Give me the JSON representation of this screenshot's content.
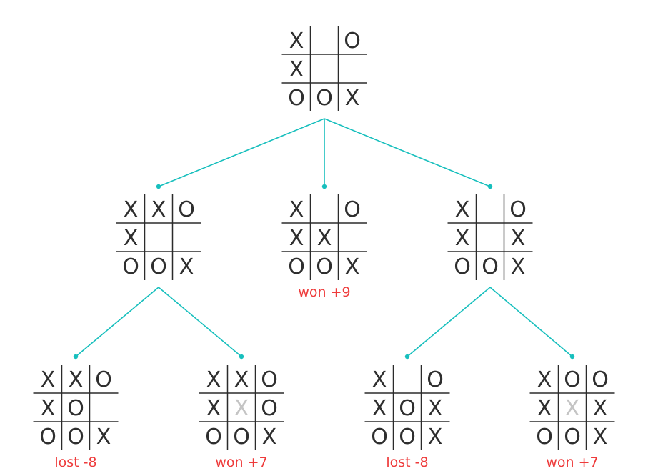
{
  "colors": {
    "edge": "#17bfbd",
    "mark": "#2e2e2e",
    "ghost_mark": "#c4c4c4",
    "outcome": "#ee3b3b",
    "grid": "#2b2b2b"
  },
  "boards": [
    {
      "id": "root",
      "cells": [
        [
          "X",
          "",
          "O"
        ],
        [
          "X",
          "",
          ""
        ],
        [
          "O",
          "O",
          "X"
        ]
      ],
      "ghost": [],
      "label": ""
    },
    {
      "id": "left",
      "cells": [
        [
          "X",
          "X",
          "O"
        ],
        [
          "X",
          "",
          ""
        ],
        [
          "O",
          "O",
          "X"
        ]
      ],
      "ghost": [],
      "label": ""
    },
    {
      "id": "middle",
      "cells": [
        [
          "X",
          "",
          "O"
        ],
        [
          "X",
          "X",
          ""
        ],
        [
          "O",
          "O",
          "X"
        ]
      ],
      "ghost": [],
      "label": "won +9"
    },
    {
      "id": "right",
      "cells": [
        [
          "X",
          "",
          "O"
        ],
        [
          "X",
          "",
          "X"
        ],
        [
          "O",
          "O",
          "X"
        ]
      ],
      "ghost": [],
      "label": ""
    },
    {
      "id": "left-left",
      "cells": [
        [
          "X",
          "X",
          "O"
        ],
        [
          "X",
          "O",
          ""
        ],
        [
          "O",
          "O",
          "X"
        ]
      ],
      "ghost": [],
      "label": "lost -8"
    },
    {
      "id": "left-right",
      "cells": [
        [
          "X",
          "X",
          "O"
        ],
        [
          "X",
          "X",
          "O"
        ],
        [
          "O",
          "O",
          "X"
        ]
      ],
      "ghost": [
        [
          1,
          1
        ]
      ],
      "label": "won +7"
    },
    {
      "id": "right-left",
      "cells": [
        [
          "X",
          "",
          "O"
        ],
        [
          "X",
          "O",
          "X"
        ],
        [
          "O",
          "O",
          "X"
        ]
      ],
      "ghost": [],
      "label": "lost -8"
    },
    {
      "id": "right-right",
      "cells": [
        [
          "X",
          "O",
          "O"
        ],
        [
          "X",
          "X",
          "X"
        ],
        [
          "O",
          "O",
          "X"
        ]
      ],
      "ghost": [
        [
          1,
          1
        ]
      ],
      "label": "won +7"
    }
  ],
  "edges": [
    {
      "from": "root",
      "to": "left"
    },
    {
      "from": "root",
      "to": "middle"
    },
    {
      "from": "root",
      "to": "right"
    },
    {
      "from": "left",
      "to": "left-left"
    },
    {
      "from": "left",
      "to": "left-right"
    },
    {
      "from": "right",
      "to": "right-left"
    },
    {
      "from": "right",
      "to": "right-right"
    }
  ]
}
